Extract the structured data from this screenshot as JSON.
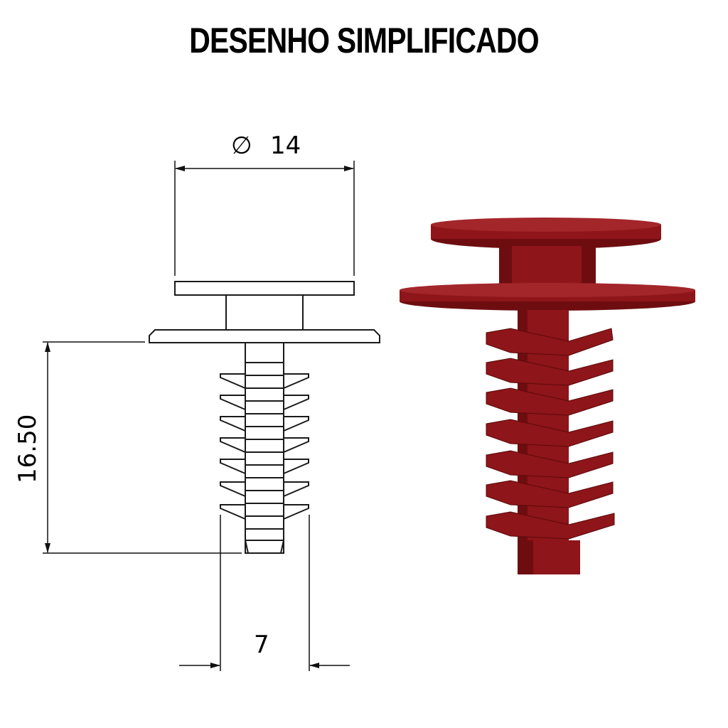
{
  "title": "DESENHO SIMPLIFICADO",
  "dimensions": {
    "diameter_symbol": "∅",
    "diameter_value": "14",
    "height_value": "16.50",
    "width_value": "7"
  },
  "colors": {
    "line": "#1a1a1a",
    "part_dark": "#6e0d10",
    "part_mid": "#8e1519",
    "part_light": "#a3262a"
  }
}
